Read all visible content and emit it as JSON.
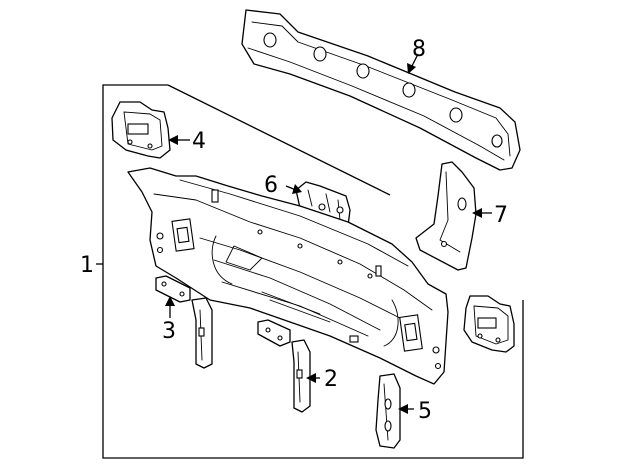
{
  "callouts": [
    {
      "key": "c1",
      "text": "1"
    },
    {
      "key": "c2",
      "text": "2"
    },
    {
      "key": "c3",
      "text": "3"
    },
    {
      "key": "c4",
      "text": "4"
    },
    {
      "key": "c5",
      "text": "5"
    },
    {
      "key": "c6",
      "text": "6"
    },
    {
      "key": "c7",
      "text": "7"
    },
    {
      "key": "c8",
      "text": "8"
    }
  ],
  "colors": {
    "line": "#000000",
    "background": "#ffffff"
  }
}
